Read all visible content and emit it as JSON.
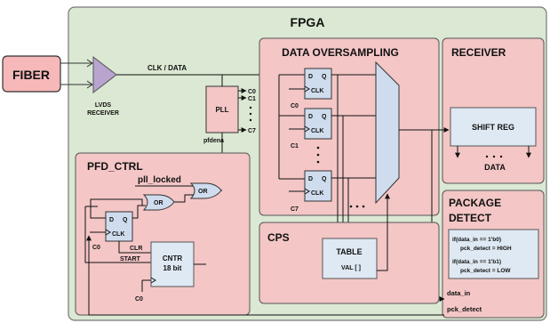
{
  "title": "FPGA",
  "fiber": "FIBER",
  "lvds": {
    "line1": "LVDS",
    "line2": "RECEIVER"
  },
  "clk_data": "CLK / DATA",
  "pll": {
    "label": "PLL",
    "outputs": [
      "C0",
      "C1",
      "C7"
    ],
    "enable": "pfdena"
  },
  "data_oversampling": {
    "title": "DATA OVERSAMPLING",
    "ff_d": "D",
    "ff_q": "Q",
    "ff_clk": "CLK",
    "clocks": [
      "C0",
      "C1",
      "C7"
    ]
  },
  "receiver": {
    "title": "RECEIVER",
    "shift_reg": "SHIFT REG",
    "data": "DATA"
  },
  "pfd_ctrl": {
    "title": "PFD_CTRL",
    "pll_locked": "pll_locked",
    "or1": "OR",
    "or2": "OR",
    "ff_d": "D",
    "ff_q": "Q",
    "ff_clk": "CLK",
    "clock": "C0",
    "clr": "CLR",
    "start": "START",
    "cntr_line1": "CNTR",
    "cntr_line2": "18 bit",
    "cntr_clock": "C0"
  },
  "cps": {
    "title": "CPS",
    "table": "TABLE",
    "val": "VAL [ ]"
  },
  "package_detect": {
    "title_line1": "PACKAGE",
    "title_line2": "DETECT",
    "code": [
      "if(data_in == 1'b0)",
      "pck_detect = HIGH",
      "if(data_in == 1'b1)",
      "pck_detect = LOW"
    ],
    "signals": [
      "data_in",
      "pck_detect"
    ]
  },
  "colors": {
    "fpga_bg": "#dbe8d3",
    "block_bg": "#f4c6c6",
    "white_block": "#dfe9f3",
    "lvds": "#b9a3cf",
    "mux": "#cfdcee",
    "fiber": "#f6b8b8"
  }
}
